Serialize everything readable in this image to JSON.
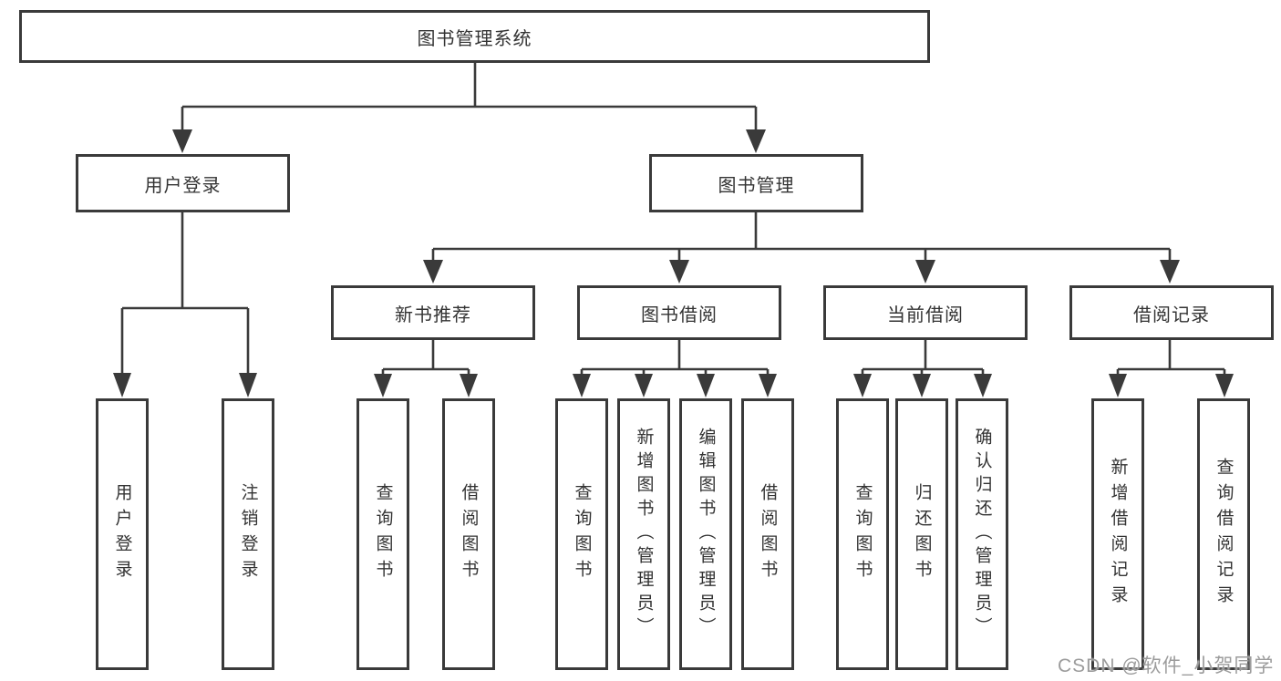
{
  "diagram_title": "图书管理系统",
  "tree": {
    "label": "图书管理系统",
    "children": [
      {
        "label": "用户登录",
        "children": [
          {
            "label": "用户登录"
          },
          {
            "label": "注销登录"
          }
        ]
      },
      {
        "label": "图书管理",
        "children": [
          {
            "label": "新书推荐",
            "children": [
              {
                "label": "查询图书"
              },
              {
                "label": "借阅图书"
              }
            ]
          },
          {
            "label": "图书借阅",
            "children": [
              {
                "label": "查询图书"
              },
              {
                "label": "新增图书（管理员）"
              },
              {
                "label": "编辑图书（管理员）"
              },
              {
                "label": "借阅图书"
              }
            ]
          },
          {
            "label": "当前借阅",
            "children": [
              {
                "label": "查询图书"
              },
              {
                "label": "归还图书"
              },
              {
                "label": "确认归还（管理员）"
              }
            ]
          },
          {
            "label": "借阅记录",
            "children": [
              {
                "label": "新增借阅记录"
              },
              {
                "label": "查询借阅记录"
              }
            ]
          }
        ]
      }
    ]
  },
  "watermark": {
    "text": "CSDN @软件_小贺同学"
  },
  "colors": {
    "line": "#3a3a3a",
    "text": "#333333",
    "background": "#ffffff",
    "watermark": "#9c9c9c"
  }
}
